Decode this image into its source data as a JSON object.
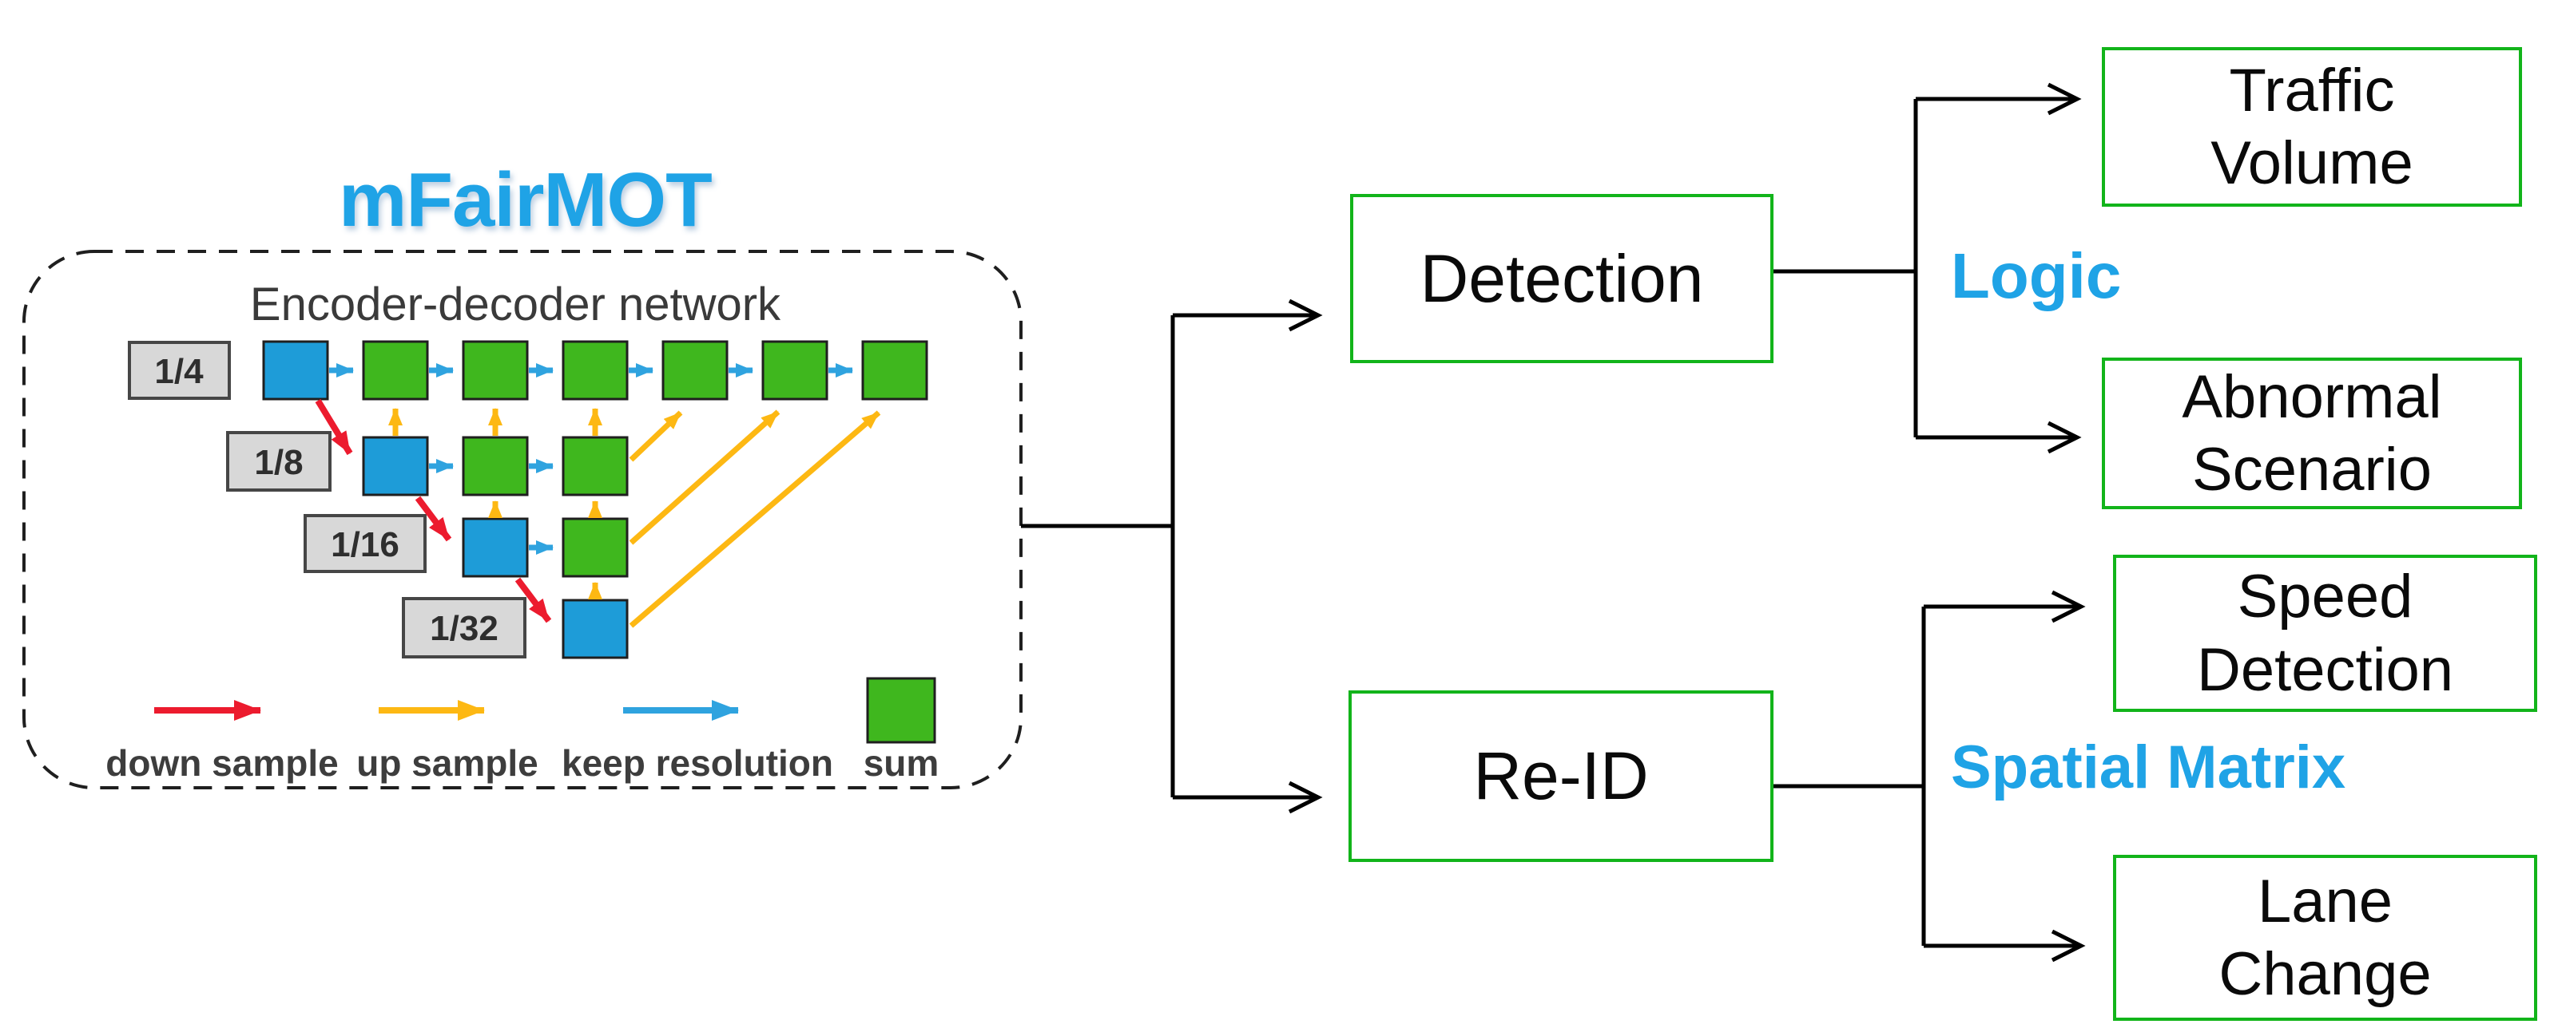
{
  "title": "mFairMOT",
  "encoder_panel": {
    "title": "Encoder-decoder network",
    "scale_labels": [
      "1/4",
      "1/8",
      "1/16",
      "1/32"
    ],
    "grid_structure": {
      "rows": [
        {
          "scale": "1/4",
          "nodes": [
            "blue",
            "green",
            "green",
            "green",
            "green",
            "green",
            "green"
          ]
        },
        {
          "scale": "1/8",
          "nodes": [
            "blue",
            "green",
            "green"
          ]
        },
        {
          "scale": "1/16",
          "nodes": [
            "blue",
            "green"
          ]
        },
        {
          "scale": "1/32",
          "nodes": [
            "blue"
          ]
        }
      ],
      "arrow_semantics": {
        "red": "down sample",
        "yellow": "up sample",
        "blue": "keep resolution",
        "green_node": "sum"
      }
    },
    "legend": {
      "down_sample": "down sample",
      "up_sample": "up sample",
      "keep_resolution": "keep resolution",
      "sum": "sum"
    }
  },
  "flow": {
    "detection": "Detection",
    "reid": "Re-ID",
    "logic": "Logic",
    "spatial_matrix": "Spatial Matrix",
    "traffic_volume": "Traffic\nVolume",
    "abnormal_scenario": "Abnormal\nScenario",
    "speed_detection": "Speed\nDetection",
    "lane_change": "Lane\nChange"
  },
  "colors": {
    "accent_blue_text": "#1fa3e6",
    "flow_box_green": "#12b41a",
    "node_blue": "#1e9cd8",
    "node_green": "#3fb71e",
    "gray_fill": "#d8d8d8",
    "arrow_red": "#ec1b2e",
    "arrow_yellow": "#fdb813",
    "arrow_blue": "#2fa3df",
    "connector_black": "#000000"
  }
}
